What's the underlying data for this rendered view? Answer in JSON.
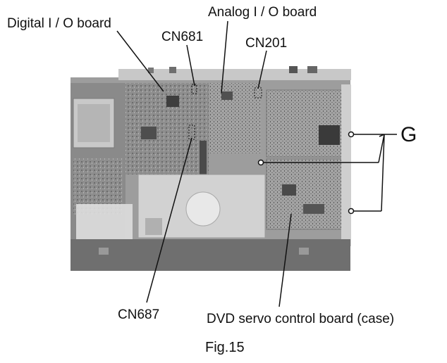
{
  "labels": {
    "digital_io": "Digital I / O board",
    "analog_io": "Analog I / O board",
    "cn681": "CN681",
    "cn201": "CN201",
    "cn687": "CN687",
    "dvd_servo": "DVD servo control board (case)",
    "g": "G"
  },
  "caption": "Fig.15"
}
